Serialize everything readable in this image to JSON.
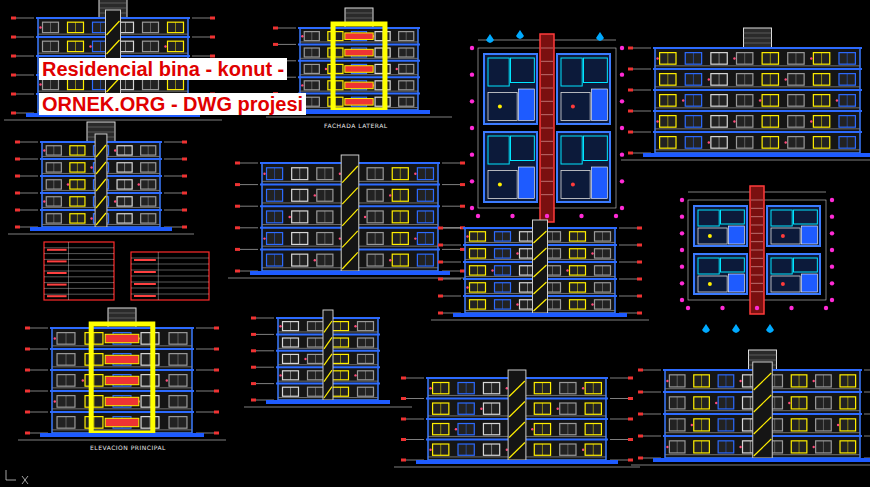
{
  "diagram": {
    "labels": [
      "Residencial bina - konut -",
      "ORNEK.ORG - DWG projesi",
      "FACHADA LATERAL",
      "ELEVACION PRINCIPAL"
    ]
  }
}
